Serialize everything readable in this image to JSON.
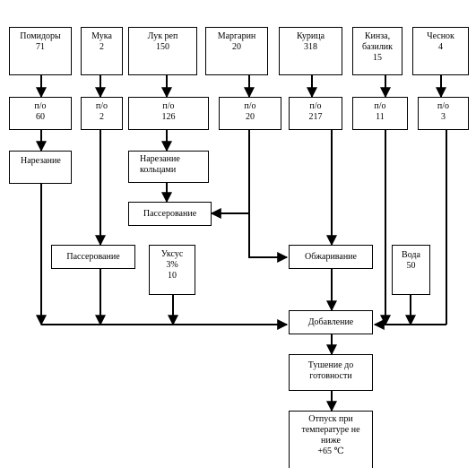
{
  "ingredients": [
    {
      "name": "Помидоры",
      "gross": "71",
      "net_label": "п/о",
      "net": "60"
    },
    {
      "name": "Мука",
      "gross": "2",
      "net_label": "п/о",
      "net": "2"
    },
    {
      "name": "Лук реп",
      "gross": "150",
      "net_label": "п/о",
      "net": "126"
    },
    {
      "name": "Маргарин",
      "gross": "20",
      "net_label": "п/о",
      "net": "20"
    },
    {
      "name": "Курица",
      "gross": "318",
      "net_label": "п/о",
      "net": "217"
    },
    {
      "name": "Кинза,",
      "name2": "базилик",
      "gross": "15",
      "net_label": "п/о",
      "net": "11"
    },
    {
      "name": "Чеснок",
      "gross": "4",
      "net_label": "п/о",
      "net": "3"
    }
  ],
  "steps": {
    "cut_tomatoes": "Нарезание",
    "cut_onion_1": "Нарезание",
    "cut_onion_2": "кольцами",
    "saute_onion": "Пассерование",
    "saute_flour": "Пассерование",
    "vinegar_1": "Уксус",
    "vinegar_2": "3%",
    "vinegar_3": "10",
    "fry": "Обжаривание",
    "water_1": "Вода",
    "water_2": "50",
    "add": "Добавление",
    "stew_1": "Тушение до",
    "stew_2": "готовности",
    "serve_1": "Отпуск при",
    "serve_2": "температуре не",
    "serve_3": "ниже",
    "serve_4": "+65 ℃"
  }
}
